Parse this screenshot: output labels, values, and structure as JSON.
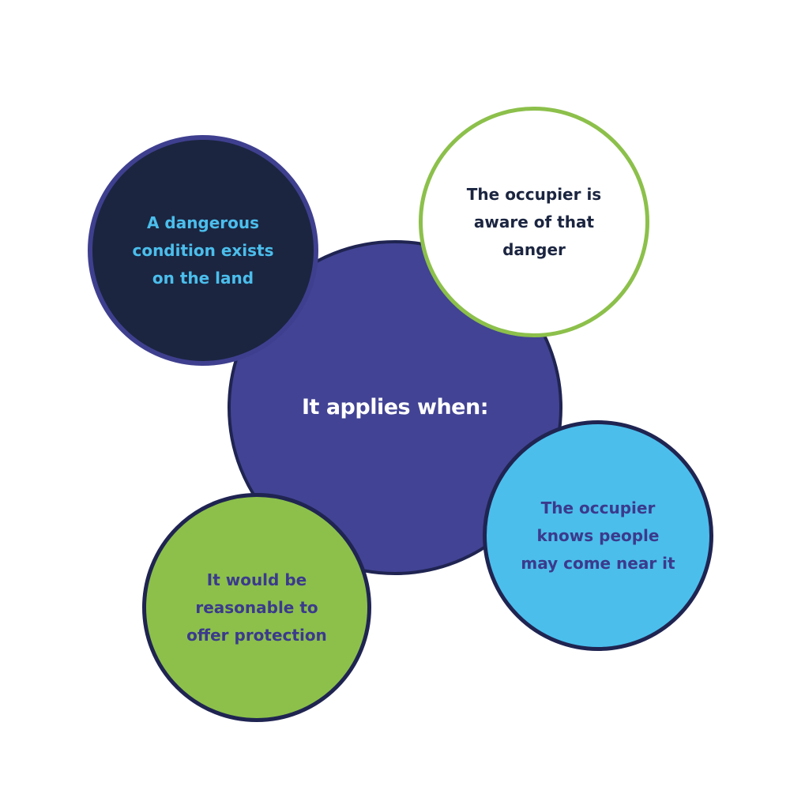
{
  "diagram": {
    "center": {
      "label": "It applies when:",
      "fill": "#424394",
      "text_color": "#ffffff"
    },
    "conditions": [
      {
        "id": "dangerous-condition",
        "label": "A dangerous\ncondition exists\non the land",
        "fill": "#1b2540",
        "text_color": "#4bbeec"
      },
      {
        "id": "occupier-aware",
        "label": "The occupier is\naware of that\ndanger",
        "fill": "#ffffff",
        "text_color": "#1b2540"
      },
      {
        "id": "people-may-come",
        "label": "The occupier\nknows people\nmay come near it",
        "fill": "#4bbeec",
        "text_color": "#3b3a8c"
      },
      {
        "id": "reasonable-protection",
        "label": "It would be\nreasonable to\noffer protection",
        "fill": "#8cc04b",
        "text_color": "#3b3a8c"
      }
    ]
  }
}
